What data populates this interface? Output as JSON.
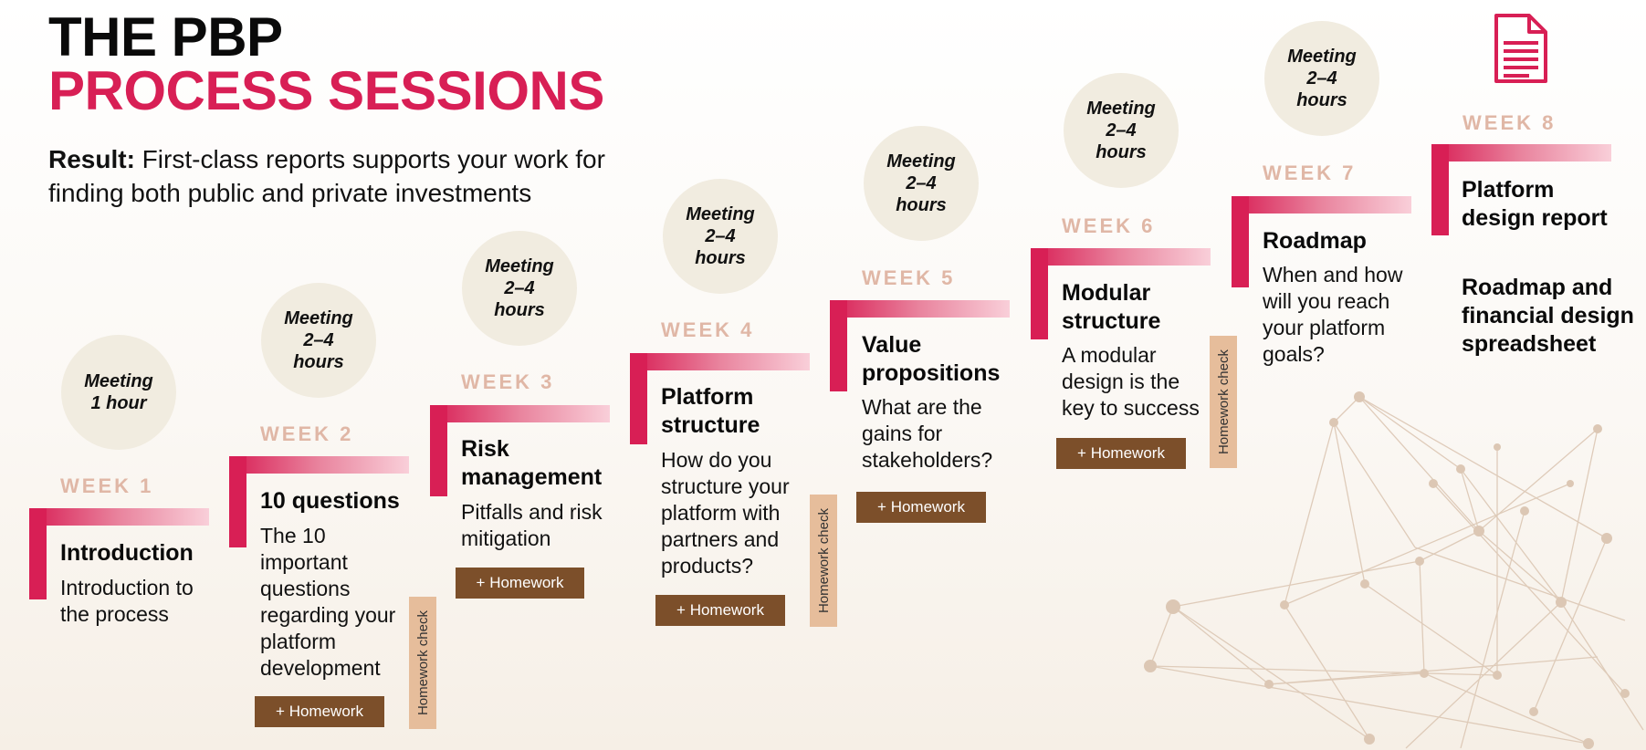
{
  "header": {
    "title_line1": "THE PBP",
    "title_line2": "PROCESS SESSIONS",
    "result_label": "Result:",
    "result_text": " First-class reports supports your work for finding both public and private investments"
  },
  "weeks": [
    {
      "label": "WEEK 1",
      "meeting": "Meeting\n1 hour",
      "title": "Introduction",
      "desc": "Introduction to the process"
    },
    {
      "label": "WEEK 2",
      "meeting": "Meeting\n2–4\nhours",
      "title": "10 questions",
      "desc": "The 10 important questions regarding your platform development",
      "homework": "+ Homework",
      "homework_check": "Homework check"
    },
    {
      "label": "WEEK 3",
      "meeting": "Meeting\n2–4\nhours",
      "title": "Risk management",
      "desc": "Pitfalls and risk mitigation",
      "homework": "+ Homework"
    },
    {
      "label": "WEEK 4",
      "meeting": "Meeting\n2–4\nhours",
      "title": "Platform structure",
      "desc": "How do you structure your platform with partners and products?",
      "homework": "+ Homework",
      "homework_check": "Homework check"
    },
    {
      "label": "WEEK 5",
      "meeting": "Meeting\n2–4\nhours",
      "title": "Value propositions",
      "desc": "What are the gains for stakeholders?",
      "homework": "+ Homework"
    },
    {
      "label": "WEEK 6",
      "meeting": "Meeting\n2–4\nhours",
      "title": "Modular structure",
      "desc": "A modular design is the key to success",
      "homework": "+ Homework",
      "homework_check": "Homework check"
    },
    {
      "label": "WEEK 7",
      "meeting": "Meeting\n2–4\nhours",
      "title": "Roadmap",
      "desc": "When and how will you reach your platform goals?"
    },
    {
      "label": "WEEK 8",
      "title": "Platform design report",
      "title2": "Roadmap and financial design spreadsheet"
    }
  ],
  "icons": {
    "document": "document-icon",
    "network": "network-decoration"
  },
  "colors": {
    "accent": "#d81f55",
    "homework": "#7c4f2a",
    "homework_check": "#e6bd9b",
    "meeting_circle": "#f1ece0",
    "week_label": "#e0b7a6"
  }
}
